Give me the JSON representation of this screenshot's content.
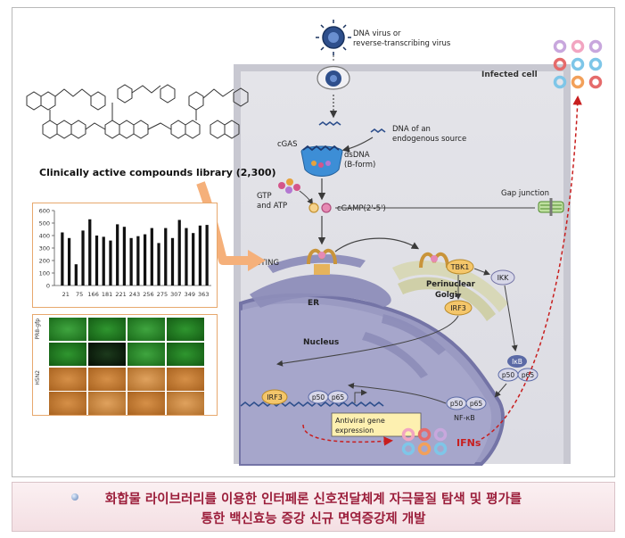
{
  "library": {
    "caption": "Clinically active compounds library (2,300)"
  },
  "chart_data": {
    "type": "bar",
    "categories": [
      "21",
      "",
      "75",
      "",
      "166",
      "",
      "181",
      "",
      "221",
      "",
      "243",
      "",
      "256",
      "",
      "275",
      "",
      "307",
      "",
      "349",
      "",
      "363",
      ""
    ],
    "tick_labels": [
      "21",
      "75",
      "166",
      "181",
      "221",
      "243",
      "256",
      "275",
      "307",
      "349",
      "363"
    ],
    "values": [
      425,
      380,
      170,
      440,
      530,
      400,
      390,
      360,
      490,
      470,
      380,
      395,
      410,
      460,
      340,
      460,
      380,
      525,
      460,
      420,
      480,
      485
    ],
    "ylim": [
      0,
      600
    ],
    "yticks": [
      0,
      100,
      200,
      300,
      400,
      500,
      600
    ],
    "title": "",
    "xlabel": "",
    "ylabel": ""
  },
  "micrograph": {
    "row_labels": [
      "PR8-gfp",
      "H5N2"
    ],
    "colors": {
      "green": "#1f7d1f",
      "orange": "#c67a2e"
    }
  },
  "pathway": {
    "virus_label_line1": "DNA virus or",
    "virus_label_line2": "reverse-transcribing virus",
    "infected_cell": "Infected cell",
    "endogenous_line1": "DNA of an",
    "endogenous_line2": "endogenous source",
    "cgas": "cGAS",
    "dsdna": "dsDNA",
    "bform": "(B-form)",
    "gtp": "GTP",
    "and_atp": "and ATP",
    "cgamp": "cGAMP(2'-5')",
    "gap_junction": "Gap junction",
    "sting": "STING",
    "er": "ER",
    "perinuclear": "Perinuclear",
    "golgi": "Golgi",
    "tbk1": "TBK1",
    "ikk": "IKK",
    "irf3": "IRF3",
    "ikb": "IκB",
    "p50": "p50",
    "p65": "p65",
    "nucleus": "Nucleus",
    "nfkb": "NF-κB",
    "antiviral_line1": "Antiviral gene",
    "antiviral_line2": "expression",
    "ifns": "IFNs",
    "colors": {
      "membrane": "#c9c9d4",
      "cytoplasm": "#e9e9ee",
      "nucleus": "#8f8fbd",
      "ifn_red": "#c81e1e",
      "arrow_orange": "#f5b07a"
    }
  },
  "banner": {
    "line1": "화합물 라이브러리를 이용한 인터페론 신호전달체계 자극물질 탐색 및 평가를",
    "line2": "통한 백신효능 증강 신규 면역증강제 개발"
  }
}
